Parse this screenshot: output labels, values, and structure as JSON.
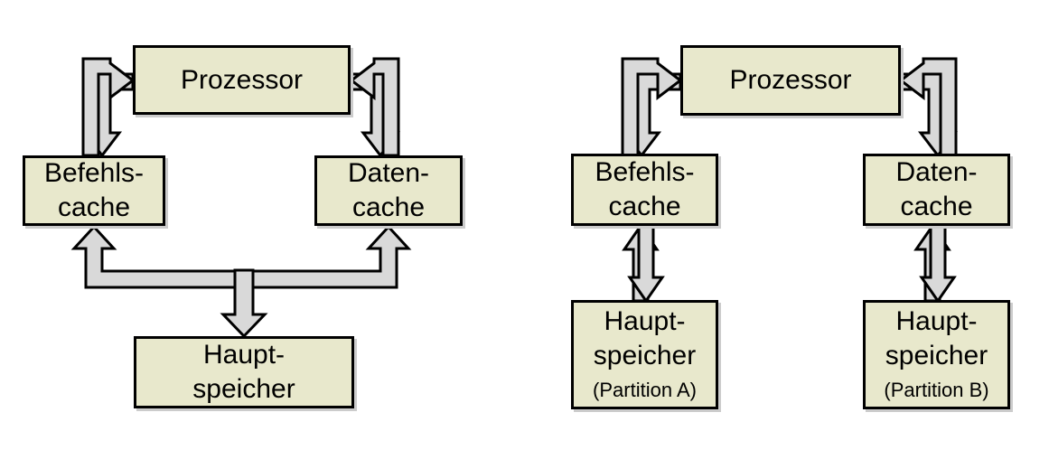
{
  "colors": {
    "box_fill": "#e8e8cc",
    "arrow_fill": "#d9d9d9",
    "outline": "#000000"
  },
  "left_diagram": {
    "processor": "Prozessor",
    "instruction_cache": [
      "Befehls-",
      "cache"
    ],
    "data_cache": [
      "Daten-",
      "cache"
    ],
    "main_memory": [
      "Haupt-",
      "speicher"
    ]
  },
  "right_diagram": {
    "processor": "Prozessor",
    "instruction_cache": [
      "Befehls-",
      "cache"
    ],
    "data_cache": [
      "Daten-",
      "cache"
    ],
    "main_memory_a": {
      "lines": [
        "Haupt-",
        "speicher"
      ],
      "subtitle": "(Partition A)"
    },
    "main_memory_b": {
      "lines": [
        "Haupt-",
        "speicher"
      ],
      "subtitle": "(Partition B)"
    }
  }
}
